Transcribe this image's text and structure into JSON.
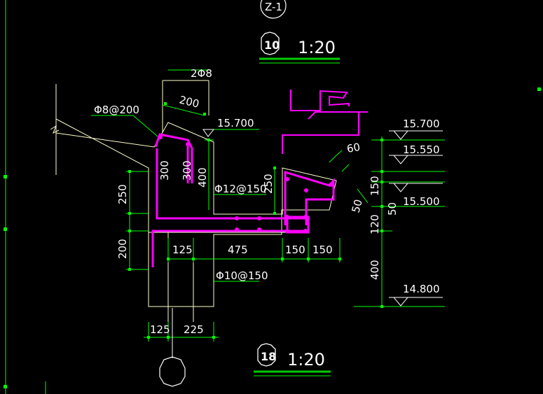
{
  "colors": {
    "background": "#000000",
    "dimension": "#00ff00",
    "outline": "#ffffcc",
    "rebar": "#ff00ff",
    "text": "#ffffff",
    "underline": "#00cc00"
  },
  "top_callout": {
    "label": "Z-1"
  },
  "detail_10": {
    "number": "10",
    "scale": "1:20"
  },
  "detail_18": {
    "number": "18",
    "scale": "1:20"
  },
  "rebar_labels": {
    "top_bars": "2Φ8",
    "stirrups": "Φ8@200",
    "mid_bars": "Φ12@150",
    "bottom_bars": "Φ10@150"
  },
  "dimensions": {
    "d200_slope": "200",
    "d300_a": "300",
    "d300_b": "300",
    "d400": "400",
    "d250_left": "250",
    "d200_left": "200",
    "d250_mid": "250",
    "d60": "60",
    "d50_right": "50",
    "d125": "125",
    "d475": "475",
    "d150_a": "150",
    "d150_b": "150",
    "d125_bottom": "125",
    "d225_bottom": "225"
  },
  "elevation_dims": {
    "d150": "150",
    "d50": "50",
    "d120": "120",
    "d400": "400"
  },
  "elevations": {
    "left_top": "15.700",
    "right_1": "15.700",
    "right_2": "15.550",
    "right_3": "15.500",
    "right_4": "14.800"
  }
}
